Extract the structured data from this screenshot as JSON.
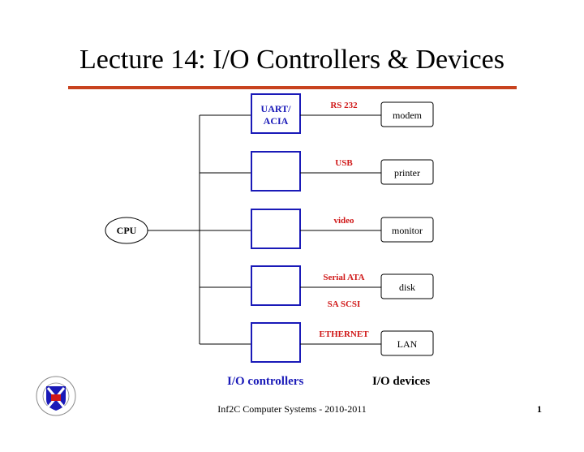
{
  "title": "Lecture 14: I/O Controllers & Devices",
  "cpu_label": "CPU",
  "controllers": [
    {
      "label_lines": [
        "UART/",
        "ACIA"
      ]
    },
    {
      "label_lines": []
    },
    {
      "label_lines": []
    },
    {
      "label_lines": []
    },
    {
      "label_lines": []
    }
  ],
  "links": [
    "RS 232",
    "USB",
    "video",
    "Serial ATA",
    "ETHERNET"
  ],
  "extra_link": "SA SCSI",
  "devices": [
    "modem",
    "printer",
    "monitor",
    "disk",
    "LAN"
  ],
  "captions": {
    "controllers": "I/O controllers",
    "devices": "I/O devices"
  },
  "footer": "Inf2C Computer Systems - 2010-2011",
  "page_number": "1",
  "colors": {
    "accent_rule": "#c8431f",
    "controller": "#1a1ab8",
    "link_label": "#d01818"
  }
}
